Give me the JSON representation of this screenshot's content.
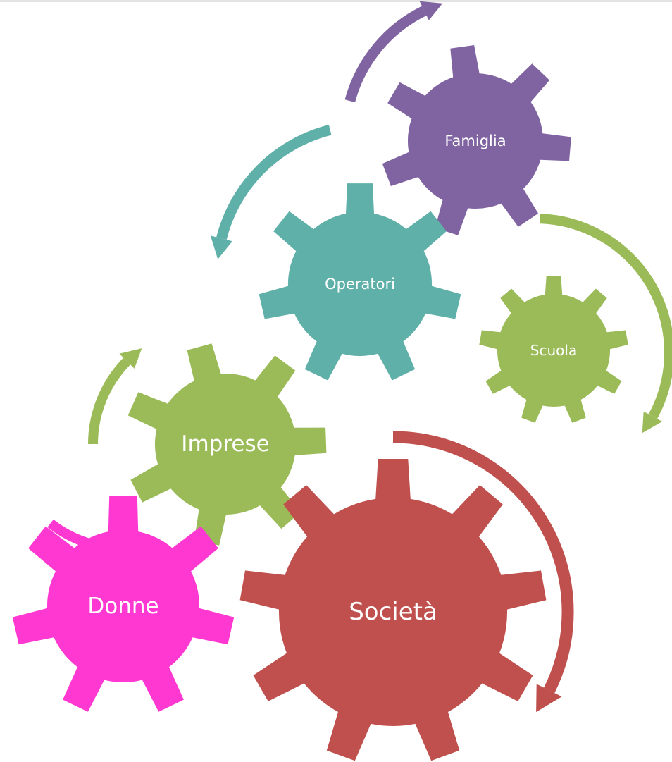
{
  "gears": [
    {
      "id": "famiglia",
      "label": "Famiglia",
      "color": "#8064A2"
    },
    {
      "id": "operatori",
      "label": "Operatori",
      "color": "#5FB0A8"
    },
    {
      "id": "scuola",
      "label": "Scuola",
      "color": "#9BBB59"
    },
    {
      "id": "imprese",
      "label": "Imprese",
      "color": "#9BBB59"
    },
    {
      "id": "donne",
      "label": "Donne",
      "color": "#FF38D2"
    },
    {
      "id": "societa",
      "label": "Società",
      "color": "#C0504D"
    }
  ],
  "arrows": [
    {
      "id": "famiglia",
      "color": "#8064A2"
    },
    {
      "id": "operatori",
      "color": "#5FB0A8"
    },
    {
      "id": "scuola",
      "color": "#9BBB59"
    },
    {
      "id": "imprese",
      "color": "#9BBB59"
    },
    {
      "id": "donne",
      "color": "#FF38D2"
    },
    {
      "id": "societa",
      "color": "#C0504D"
    }
  ]
}
